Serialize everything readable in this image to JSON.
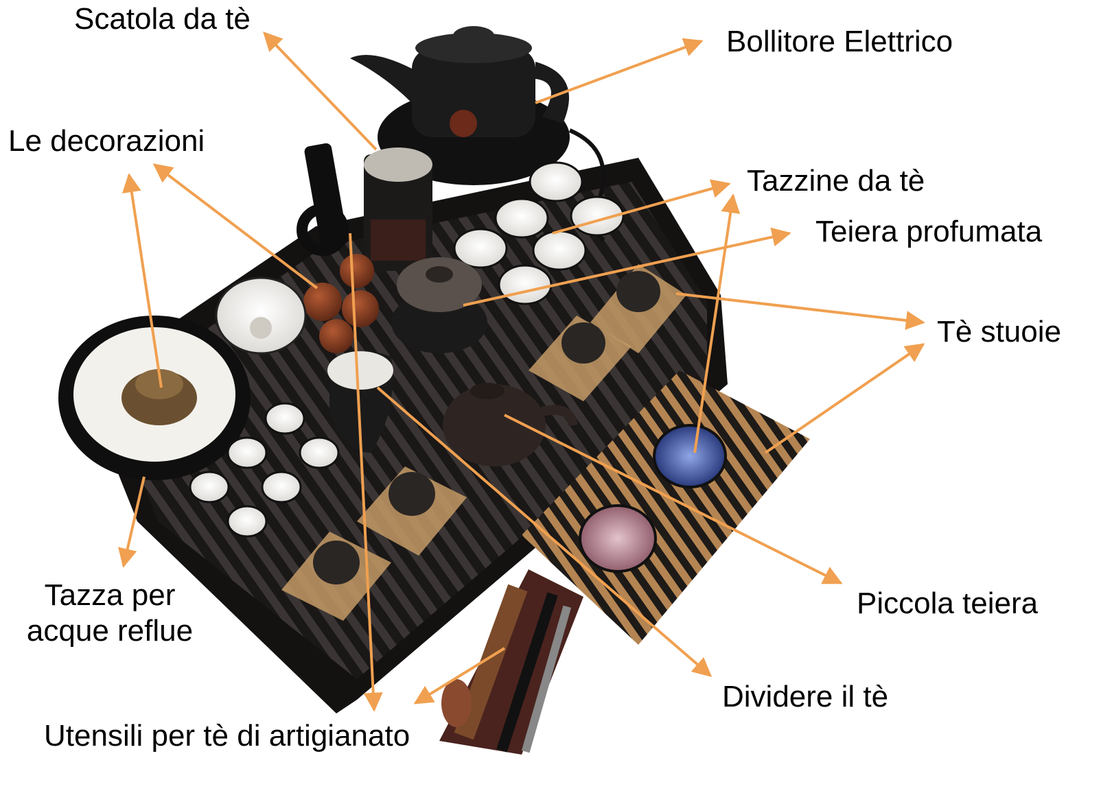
{
  "colors": {
    "arrow": "#F0A050",
    "tray": "#1a1717",
    "slat": "#3a3534",
    "bamboo": "#b48552",
    "porcelain": "#f2f1ee",
    "clay": "#7a3b22",
    "blue_cup": "#2a3f8f",
    "pink_cup": "#b9808f"
  },
  "labels": {
    "tea_box": "Scatola da tè",
    "electric_kettle": "Bollitore Elettrico",
    "decorations": "Le decorazioni",
    "tea_cups": "Tazzine da tè",
    "aroma_pot": "Teiera profumata",
    "tea_mats": "Tè stuoie",
    "small_teapot": "Piccola teiera",
    "waste_bowl_line1": "Tazza per",
    "waste_bowl_line2": "acque reflue",
    "tea_divider": "Dividere il tè",
    "craft_utensils": "Utensili per tè di artigianato"
  }
}
